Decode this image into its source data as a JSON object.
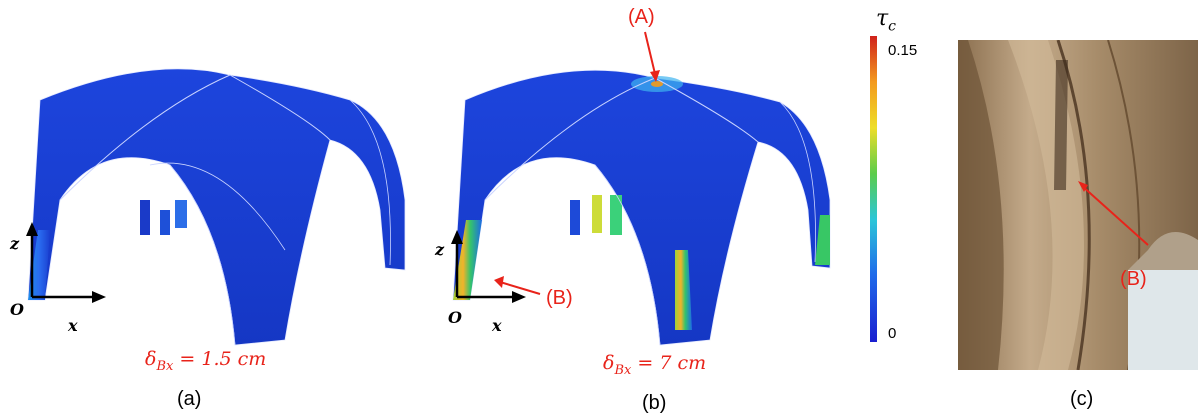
{
  "figure": {
    "panels": [
      {
        "label": "(a)",
        "delta_sub": "Bx",
        "delta_value": "= 1.5 cm",
        "origin": "O",
        "x_axis": "x",
        "z_axis": "z"
      },
      {
        "label": "(b)",
        "delta_sub": "Bx",
        "delta_value": "= 7 cm",
        "origin": "O",
        "x_axis": "x",
        "z_axis": "z",
        "annotation_a": "(A)",
        "annotation_b": "(B)"
      },
      {
        "label": "(c)",
        "annotation_b": "(B)"
      }
    ],
    "colorbar": {
      "symbol": "τ",
      "subscript": "c",
      "max_label": "0.15",
      "min_label": "0"
    },
    "colors": {
      "annotation": "#e8231a",
      "field_low": "#1f3fd6",
      "field_high": "#d0221b"
    }
  }
}
